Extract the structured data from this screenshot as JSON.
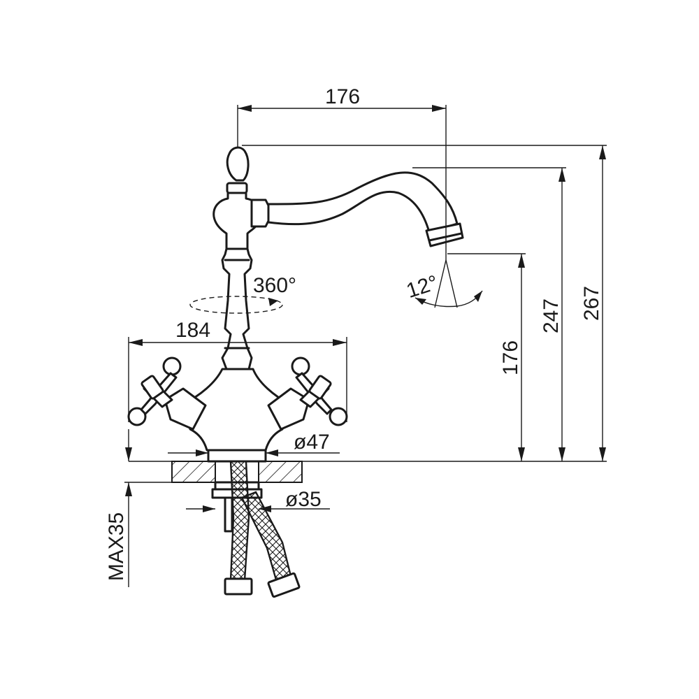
{
  "dimensions": {
    "spout_reach": "176",
    "body_width": "184",
    "rotation": "360°",
    "tilt_angle": "12°",
    "base_diameter": "ø47",
    "hole_diameter": "ø35",
    "max_thickness": "MAX35",
    "outlet_height": "176",
    "spout_height": "247",
    "total_height": "267"
  }
}
